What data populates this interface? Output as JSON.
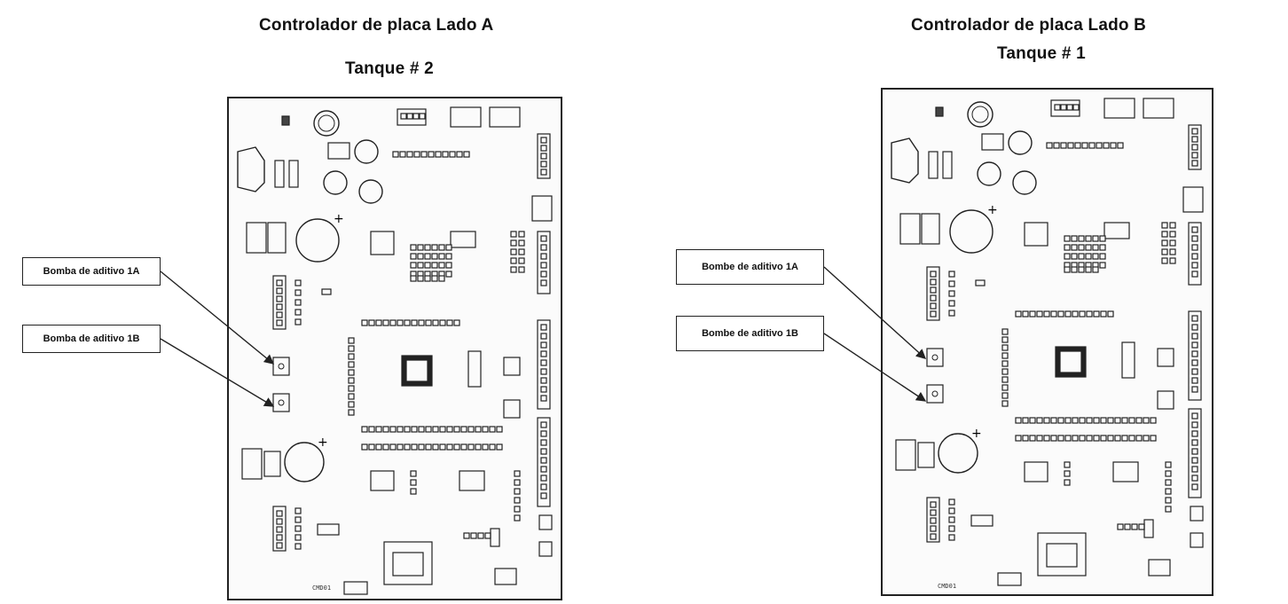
{
  "side_a": {
    "title": "Controlador de placa Lado A",
    "tank": "Tanque # 2",
    "callout_1a": "Bomba de aditivo 1A",
    "callout_1b": "Bomba de aditivo 1B",
    "board_code": "CMD01"
  },
  "side_b": {
    "title": "Controlador de placa Lado B",
    "tank": "Tanque # 1",
    "callout_1a": "Bombe de aditivo 1A",
    "callout_1b": "Bombe de aditivo 1B",
    "board_code": "CMD01"
  }
}
